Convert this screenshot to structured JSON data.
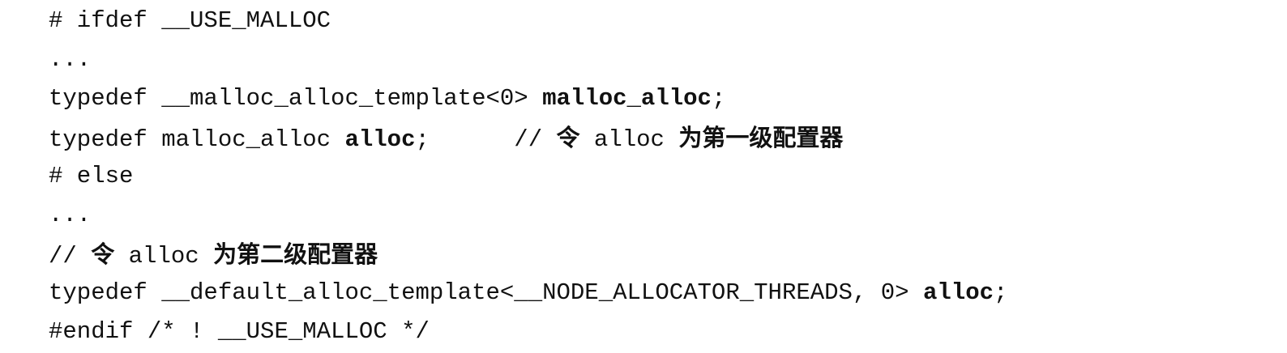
{
  "document": {
    "lines": [
      {
        "segments": [
          {
            "text": "# ifdef __USE_MALLOC",
            "style": "normal"
          }
        ]
      },
      {
        "segments": [
          {
            "text": "...",
            "style": "normal"
          }
        ]
      },
      {
        "segments": [
          {
            "text": "typedef __malloc_alloc_template<0> ",
            "style": "normal"
          },
          {
            "text": "malloc_alloc",
            "style": "bold"
          },
          {
            "text": ";",
            "style": "normal"
          }
        ]
      },
      {
        "segments": [
          {
            "text": "typedef malloc_alloc ",
            "style": "normal"
          },
          {
            "text": "alloc",
            "style": "bold"
          },
          {
            "text": ";      // ",
            "style": "normal"
          },
          {
            "text": "令",
            "style": "cjk"
          },
          {
            "text": " alloc ",
            "style": "normal"
          },
          {
            "text": "为第一级配置器",
            "style": "cjk"
          }
        ]
      },
      {
        "segments": [
          {
            "text": "# else",
            "style": "normal"
          }
        ]
      },
      {
        "segments": [
          {
            "text": "...",
            "style": "normal"
          }
        ]
      },
      {
        "segments": [
          {
            "text": "// ",
            "style": "normal"
          },
          {
            "text": "令",
            "style": "cjk"
          },
          {
            "text": " alloc ",
            "style": "normal"
          },
          {
            "text": "为第二级配置器",
            "style": "cjk"
          }
        ]
      },
      {
        "segments": [
          {
            "text": "typedef __default_alloc_template<__NODE_ALLOCATOR_THREADS, 0> ",
            "style": "normal"
          },
          {
            "text": "alloc",
            "style": "bold"
          },
          {
            "text": ";",
            "style": "normal"
          }
        ]
      },
      {
        "segments": [
          {
            "text": "#endif /* ! __USE_MALLOC */",
            "style": "normal"
          }
        ]
      }
    ]
  }
}
